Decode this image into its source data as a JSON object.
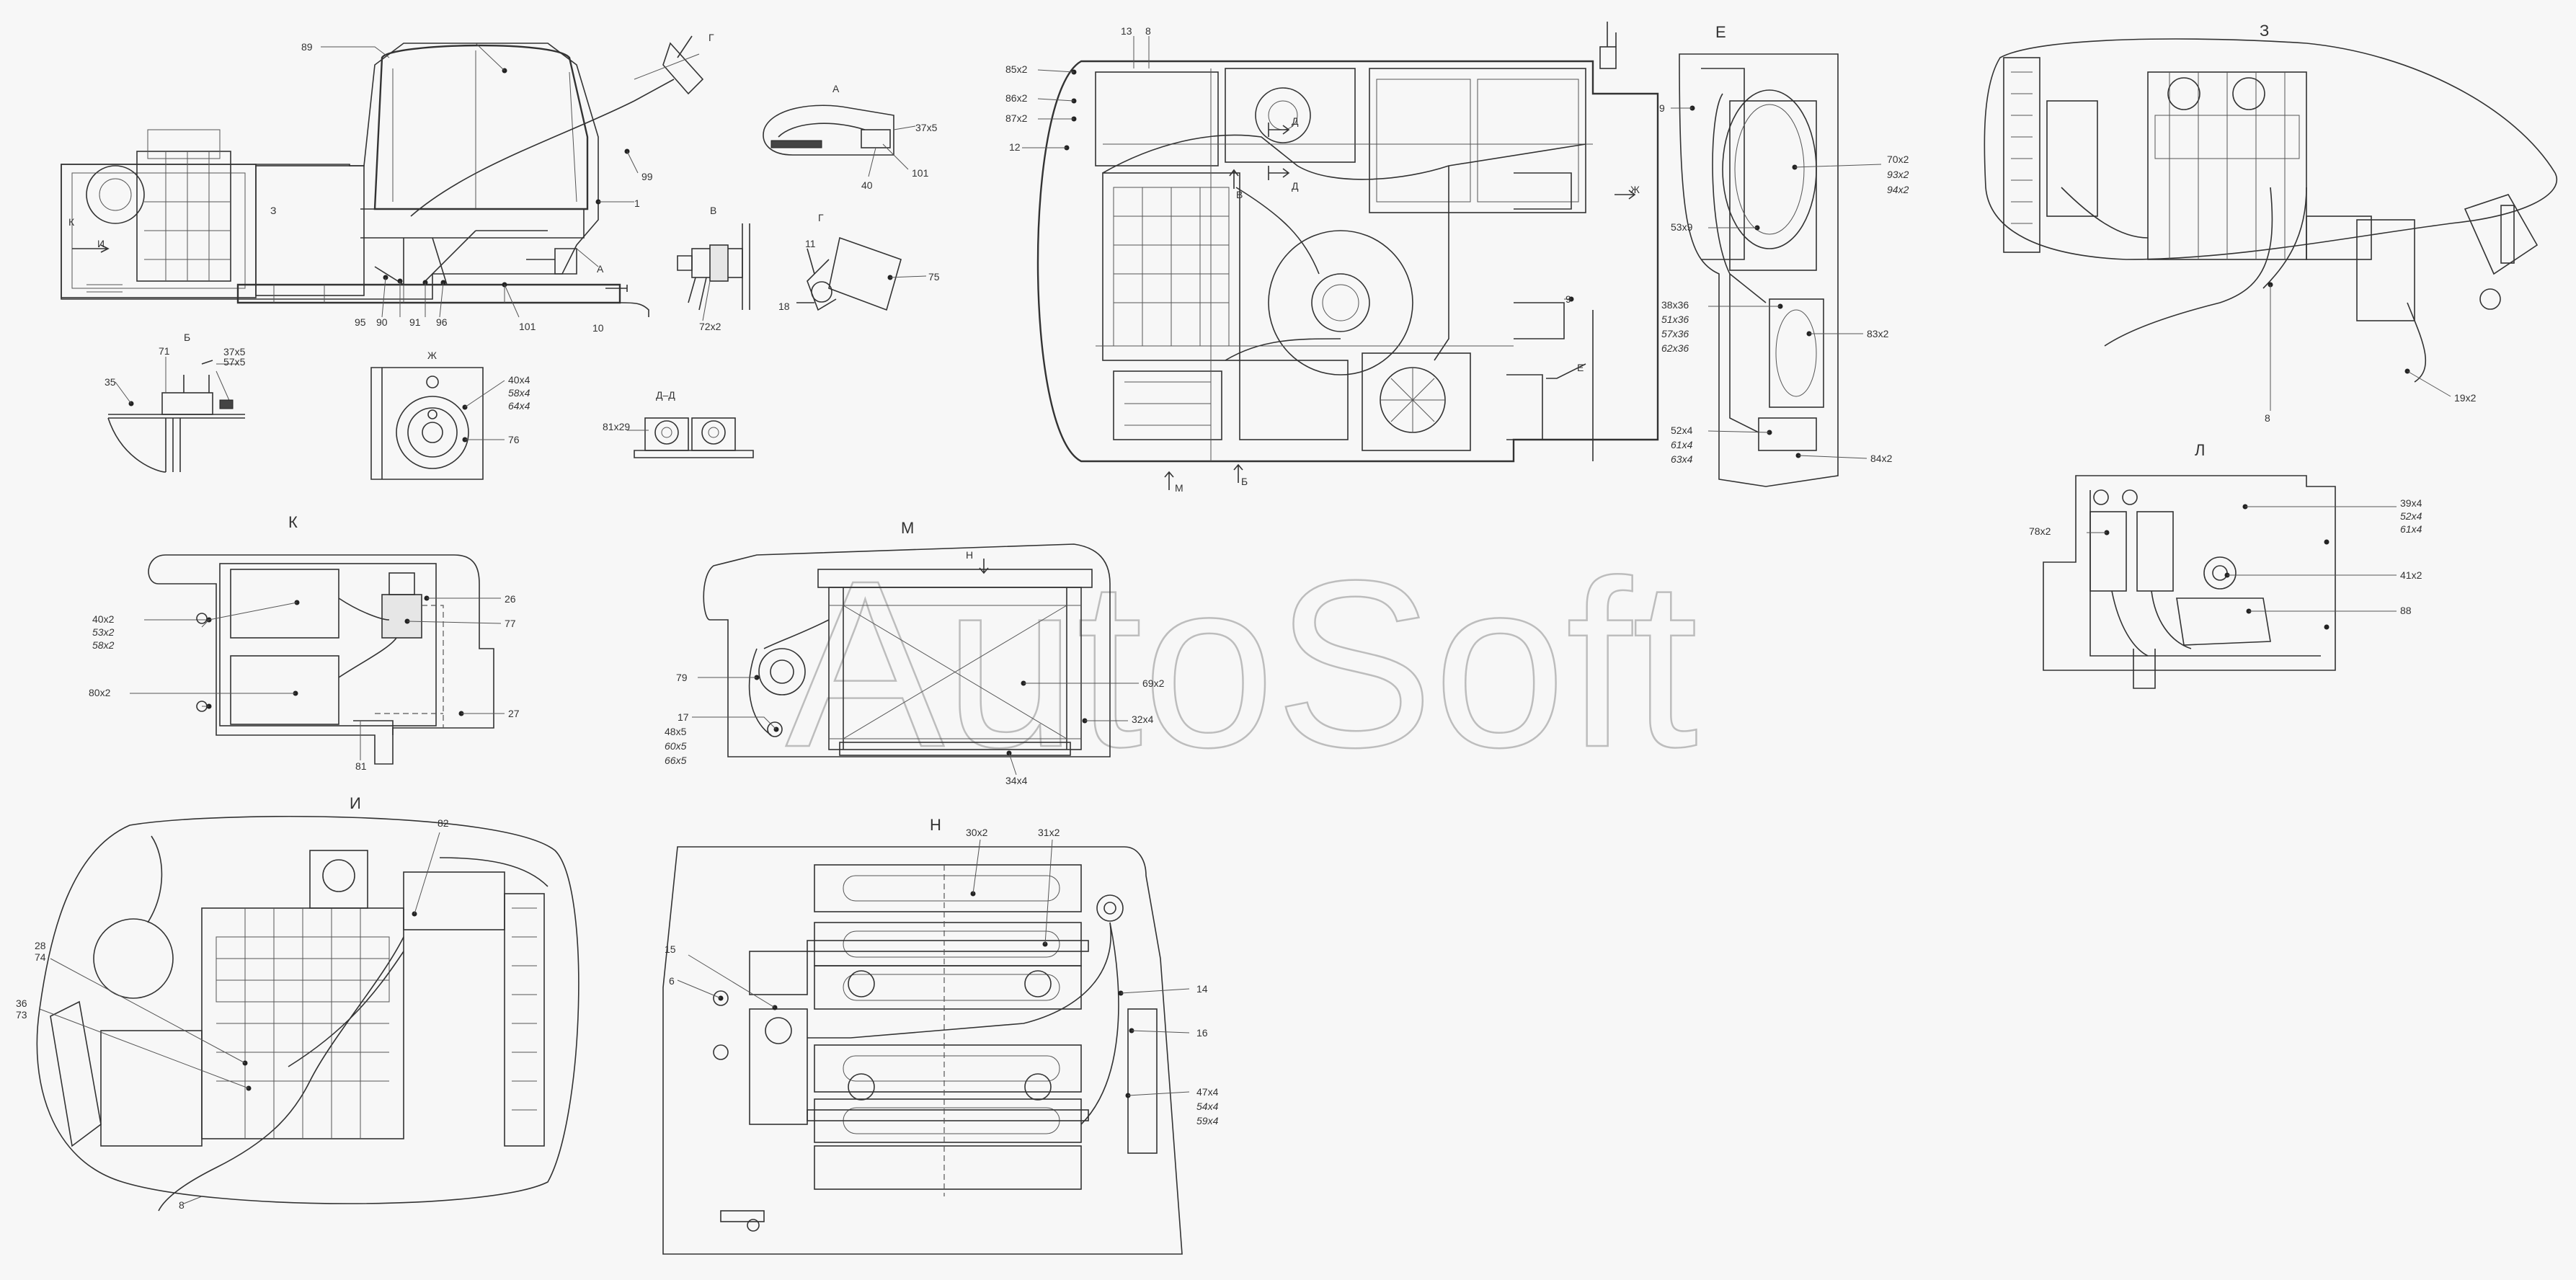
{
  "watermark": "AutoSoft",
  "views": {
    "main_side": {
      "labels": [
        "89",
        "Г",
        "99",
        "1",
        "К",
        "И",
        "З",
        "А",
        "95",
        "90",
        "91",
        "96",
        "101",
        "10"
      ]
    },
    "A": {
      "title": "А",
      "labels": [
        "37x5",
        "101",
        "40"
      ]
    },
    "B": {
      "title": "В",
      "labels": [
        "72x2"
      ]
    },
    "G": {
      "title": "Г",
      "labels": [
        "11",
        "75",
        "18"
      ]
    },
    "Bb": {
      "title": "Б",
      "labels": [
        "71",
        "37x5",
        "57x5",
        "35"
      ]
    },
    "Zh": {
      "title": "Ж",
      "labels": [
        "40x4",
        "58x4",
        "64x4",
        "76"
      ]
    },
    "DD": {
      "title": "Д–Д",
      "labels": [
        "81x29"
      ]
    },
    "top": {
      "labels": [
        "13",
        "8",
        "85x2",
        "86x2",
        "87x2",
        "12",
        "В",
        "Д",
        "Д",
        "Ж",
        "9",
        "Е",
        "М",
        "Б"
      ]
    },
    "E": {
      "title": "Е",
      "labels": [
        "9",
        "70x2",
        "93x2",
        "94x2",
        "53x9",
        "38x36",
        "51x36",
        "57x36",
        "62x36",
        "83x2",
        "52x4",
        "61x4",
        "63x4",
        "84x2"
      ]
    },
    "Z": {
      "title": "З",
      "labels": [
        "8",
        "19x2"
      ]
    },
    "L": {
      "title": "Л",
      "labels": [
        "39x4",
        "52x4",
        "61x4",
        "78x2",
        "41x2",
        "88"
      ]
    },
    "K": {
      "title": "К",
      "labels": [
        "26",
        "77",
        "40x2",
        "53x2",
        "58x2",
        "80x2",
        "27",
        "81"
      ]
    },
    "M": {
      "title": "М",
      "labels": [
        "Н",
        "79",
        "69x2",
        "17",
        "48x5",
        "60x5",
        "66x5",
        "32x4",
        "34x4"
      ]
    },
    "I": {
      "title": "И",
      "labels": [
        "82",
        "28",
        "74",
        "36",
        "73",
        "8"
      ]
    },
    "N": {
      "title": "Н",
      "labels": [
        "30x2",
        "31x2",
        "15",
        "6",
        "14",
        "16",
        "47x4",
        "54x4",
        "59x4"
      ]
    }
  }
}
